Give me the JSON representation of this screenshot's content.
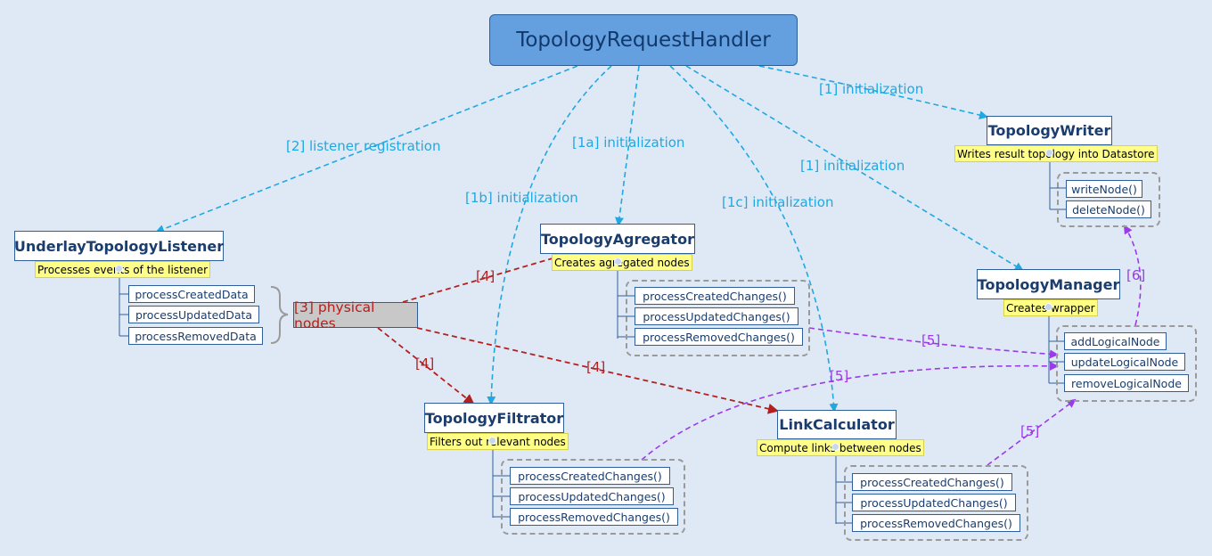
{
  "root": {
    "title": "TopologyRequestHandler"
  },
  "nodes": {
    "writer": {
      "title": "TopologyWriter",
      "note": "Writes result topology into Datastore",
      "methods": [
        "writeNode()",
        "deleteNode()"
      ]
    },
    "listener": {
      "title": "UnderlayTopologyListener",
      "note": "Processes events of the listener",
      "methods": [
        "processCreatedData",
        "processUpdatedData",
        "processRemovedData"
      ]
    },
    "agregator": {
      "title": "TopologyAgregator",
      "note": "Creates agregated nodes",
      "methods": [
        "processCreatedChanges()",
        "processUpdatedChanges()",
        "processRemovedChanges()"
      ]
    },
    "manager": {
      "title": "TopologyManager",
      "note": "Creates wrapper",
      "methods": [
        "addLogicalNode",
        "updateLogicalNode",
        "removeLogicalNode"
      ]
    },
    "filtrator": {
      "title": "TopologyFiltrator",
      "note": "Filters out relevant nodes",
      "methods": [
        "processCreatedChanges()",
        "processUpdatedChanges()",
        "processRemovedChanges()"
      ]
    },
    "calculator": {
      "title": "LinkCalculator",
      "note": "Compute links between nodes",
      "methods": [
        "processCreatedChanges()",
        "processUpdatedChanges()",
        "processRemovedChanges()"
      ]
    }
  },
  "physical": {
    "label": "[3] physical nodes"
  },
  "edge_labels": {
    "init_writer": "[1] initialization",
    "listener_reg": "[2] listener registration",
    "init_1a": "[1a] initialization",
    "init_1b": "[1b] initialization",
    "init_1c": "[1c] initialization",
    "init_manager": "[1] initialization",
    "four_agg": "[4]",
    "four_filt": "[4]",
    "four_calc": "[4]",
    "five_agg": "[5]",
    "five_filt": "[5]",
    "five_calc": "[5]",
    "six": "[6]"
  },
  "colors": {
    "init_edge": "#20a8e0",
    "phys_edge": "#b42020",
    "result_edge": "#9a3ae8",
    "tree_line": "#2f5f9a",
    "brace": "#9a9a9a"
  }
}
